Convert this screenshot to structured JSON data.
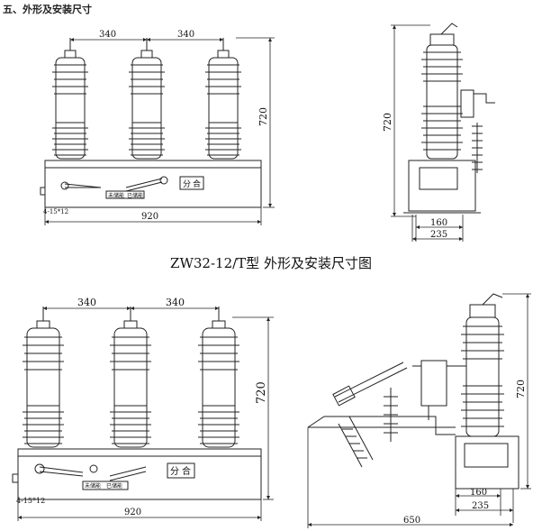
{
  "section_heading": "五、外形及安装尺寸",
  "caption": "ZW32-12/T型 外形及安装尺寸图",
  "dimensions": {
    "top_front": {
      "pole_spacing_left": "340",
      "pole_spacing_right": "340",
      "height": "720",
      "width": "920",
      "hole_note": "4-15*12"
    },
    "top_side": {
      "height": "720",
      "base_width": "160",
      "overall_width": "235"
    },
    "bottom_front": {
      "pole_spacing_left": "340",
      "pole_spacing_right": "340",
      "height": "720",
      "width": "920",
      "hole_note": "4-15*12"
    },
    "bottom_side": {
      "height": "720",
      "base_width": "160",
      "overall_width": "235",
      "total_width": "650"
    }
  },
  "panel_labels": {
    "on_off": "分",
    "close": "合",
    "energy_stored": "已储能",
    "not_stored": "未储能"
  },
  "colors": {
    "line": "#222222",
    "fill": "#ffffff"
  }
}
